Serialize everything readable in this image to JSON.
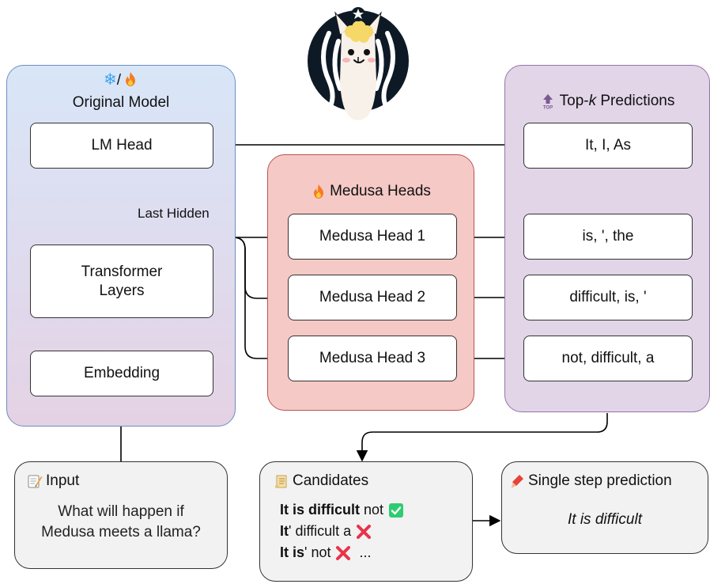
{
  "original_model": {
    "title_line1_sep": "/",
    "title": "Original Model",
    "lm_head": "LM Head",
    "transformer": "Transformer Layers",
    "embedding": "Embedding",
    "last_hidden": "Last Hidden"
  },
  "medusa": {
    "title": "Medusa Heads",
    "heads": [
      "Medusa Head 1",
      "Medusa Head 2",
      "Medusa Head 3"
    ]
  },
  "topk": {
    "title_prefix": "Top-",
    "title_k": "k",
    "title_suffix": " Predictions",
    "preds": [
      "It, I, As",
      "is, ', the",
      "difficult, is, '",
      "not, difficult, a"
    ]
  },
  "input": {
    "title": "Input",
    "text_line1": "What will happen if",
    "text_line2": "Medusa meets a llama?"
  },
  "candidates": {
    "title": "Candidates",
    "rows": [
      {
        "bold": "It is difficult",
        "rest": " not",
        "status": "accepted"
      },
      {
        "bold": "It",
        "rest": "' difficult a",
        "status": "rejected"
      },
      {
        "bold": "It is",
        "rest": "' not",
        "status": "rejected",
        "extra": "..."
      }
    ]
  },
  "single_step": {
    "title": "Single step prediction",
    "text": "It is difficult"
  },
  "colors": {
    "original_grad_top": "#d6e4f7",
    "original_grad_bottom": "#e3d0e4",
    "original_border": "#6c8ebf",
    "medusa_fill": "#f5c9c6",
    "medusa_border": "#b85450",
    "topk_fill": "#e1d5e7",
    "topk_border": "#9673a6",
    "check": "#2ecc71",
    "cross": "#e8334a"
  },
  "icons": [
    "snowflake-icon",
    "fire-icon",
    "top-arrow-icon",
    "memo-icon",
    "scroll-icon",
    "writing-hand-icon",
    "check-mark-icon",
    "cross-mark-icon",
    "llama-logo"
  ]
}
